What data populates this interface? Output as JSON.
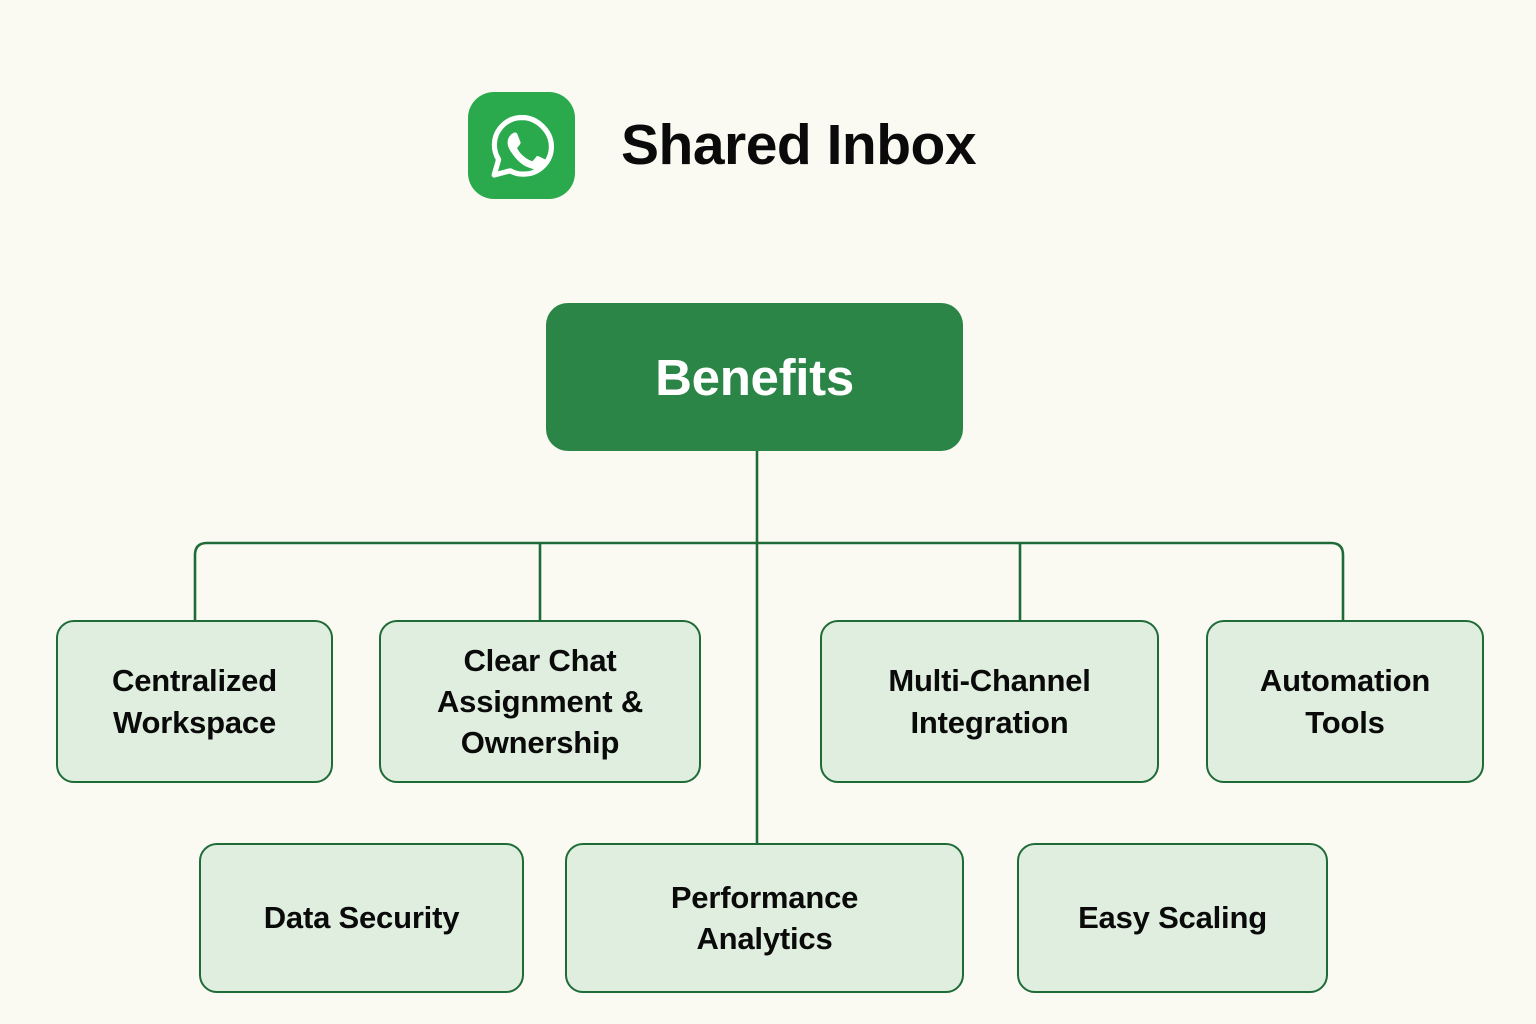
{
  "background_color": "#FAFAF3",
  "header": {
    "icon": "whatsapp-icon",
    "icon_color": "#2BAA4D",
    "title": "Shared Inbox"
  },
  "diagram": {
    "type": "tree",
    "root": {
      "label": "Benefits",
      "fill_color": "#2A8547",
      "text_color": "#FFFFFF"
    },
    "node_fill_color": "#DFEEDF",
    "node_border_color": "#1F6B38",
    "connector_color": "#1F6B38",
    "nodes": [
      {
        "label": "Centralized Workspace",
        "lines": [
          "Centralized",
          "Workspace"
        ]
      },
      {
        "label": "Clear Chat Assignment & Ownership",
        "lines": [
          "Clear Chat",
          "Assignment &",
          "Ownership"
        ]
      },
      {
        "label": "Multi-Channel Integration",
        "lines": [
          "Multi-Channel",
          "Integration"
        ]
      },
      {
        "label": "Automation Tools",
        "lines": [
          "Automation",
          "Tools"
        ]
      },
      {
        "label": "Data Security",
        "lines": [
          "Data Security"
        ]
      },
      {
        "label": "Performance Analytics",
        "lines": [
          "Performance",
          "Analytics"
        ]
      },
      {
        "label": "Easy Scaling",
        "lines": [
          "Easy Scaling"
        ]
      }
    ]
  }
}
